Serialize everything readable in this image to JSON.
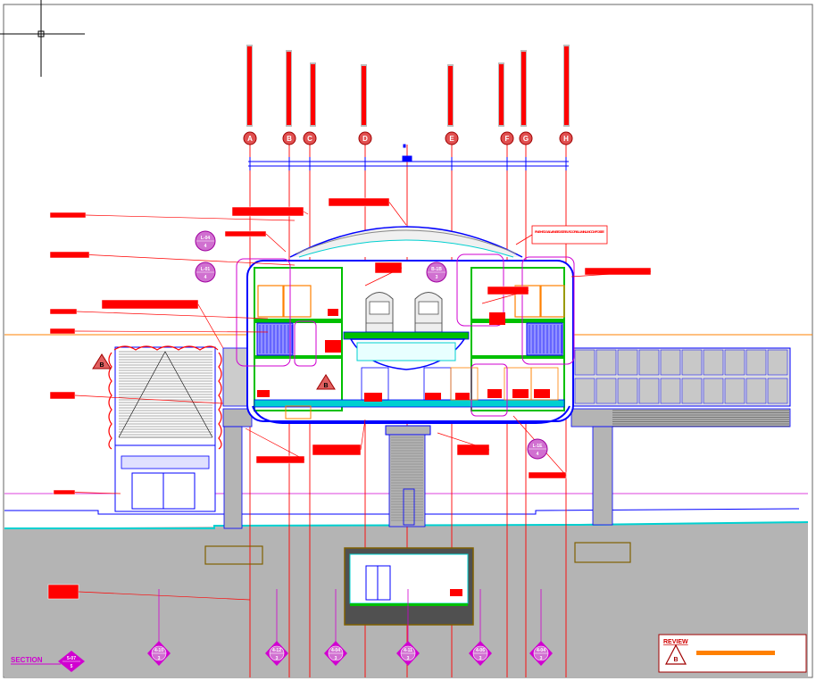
{
  "drawing": {
    "type": "architectural-section",
    "section_label": "SECTION",
    "section_marker": {
      "code": "5-07",
      "sheet": "5"
    },
    "review_label": "REVIEW",
    "review_mark": "B",
    "callout_marks": [
      "B",
      "B"
    ],
    "colors": {
      "structure": "#0000ff",
      "annotation": "#ff0000",
      "grid": "#ff0000",
      "callout": "#d000d0",
      "ground": "#b4b4b4",
      "accent_green": "#00c000",
      "accent_cyan": "#00d0d0",
      "accent_orange": "#ff8000"
    }
  },
  "grid_lines": [
    {
      "label": "A"
    },
    {
      "label": "B"
    },
    {
      "label": "C"
    },
    {
      "label": "D"
    },
    {
      "label": "E"
    },
    {
      "label": "F"
    },
    {
      "label": "G"
    },
    {
      "label": "H"
    }
  ],
  "callouts_top": [
    {
      "code": "L-04",
      "sheet": "4"
    },
    {
      "code": "L-01",
      "sheet": "4"
    },
    {
      "code": "B-1B",
      "sheet": "3"
    },
    {
      "code": "L-1E",
      "sheet": "4"
    }
  ],
  "callouts_bottom": [
    {
      "code": "4-10",
      "sheet": "3"
    },
    {
      "code": "4-12",
      "sheet": "3"
    },
    {
      "code": "4-04",
      "sheet": "3"
    },
    {
      "code": "4-11",
      "sheet": "3"
    },
    {
      "code": "4-06",
      "sheet": "3"
    },
    {
      "code": "4-04",
      "sheet": "3"
    }
  ],
  "notes": {
    "roof_note": "FINISHED GALVANISED STEEL ROOF / ALUMINIUM COMPOSITE"
  }
}
